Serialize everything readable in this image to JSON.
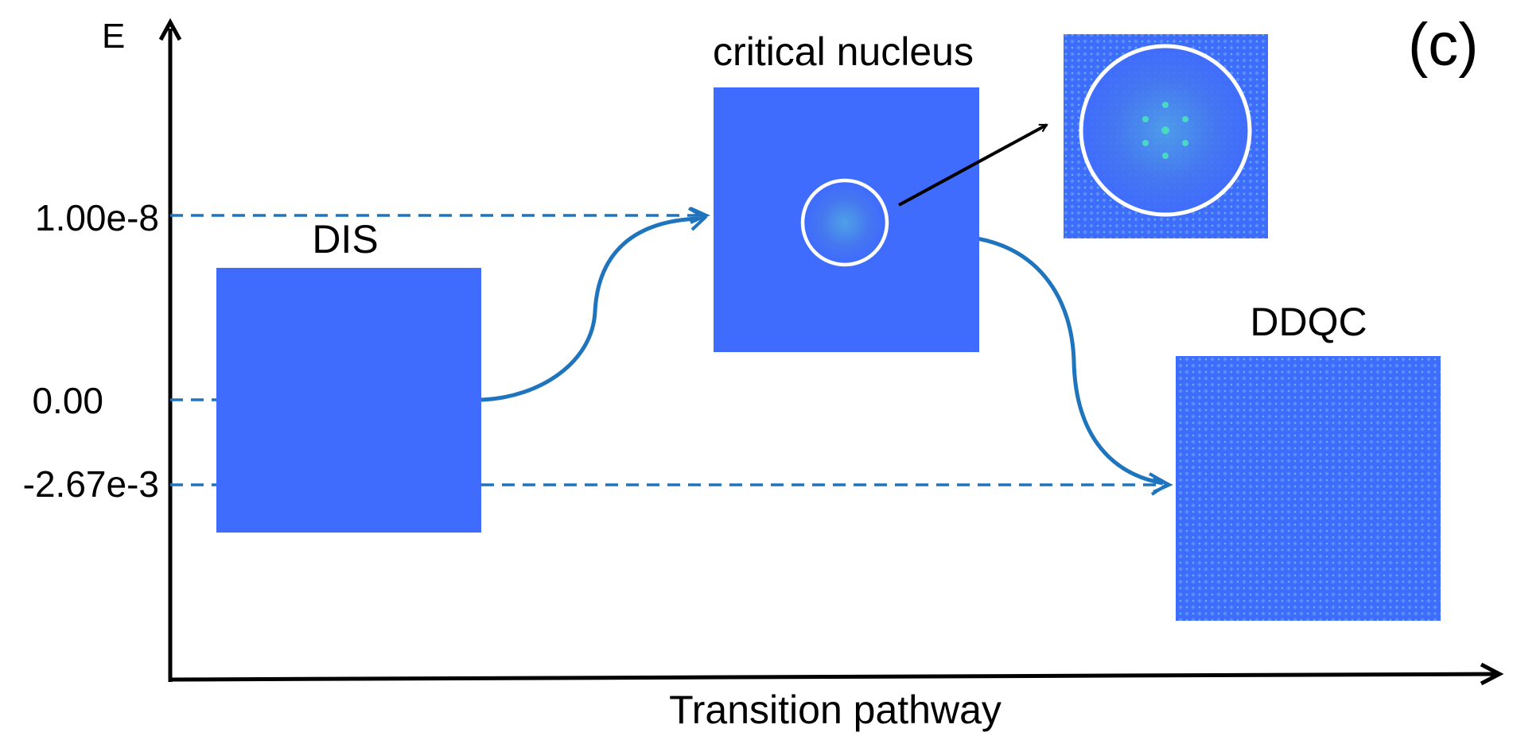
{
  "panel_label": "(c)",
  "axes": {
    "y_label": "E",
    "x_label": "Transition pathway"
  },
  "energy_levels": [
    {
      "label": "1.00e-8",
      "value": 1e-08
    },
    {
      "label": "0.00",
      "value": 0.0
    },
    {
      "label": "-2.67e-3",
      "value": -0.00267
    }
  ],
  "states": {
    "dis": {
      "label": "DIS"
    },
    "critical_nucleus": {
      "label": "critical nucleus"
    },
    "ddqc": {
      "label": "DDQC"
    }
  },
  "colors": {
    "field_blue": "#3f6cfd",
    "pathway_blue": "#1f74be",
    "axis": "#000000",
    "highlight_ring": "#ffffff",
    "peak_cyan": "#49d8c4"
  }
}
